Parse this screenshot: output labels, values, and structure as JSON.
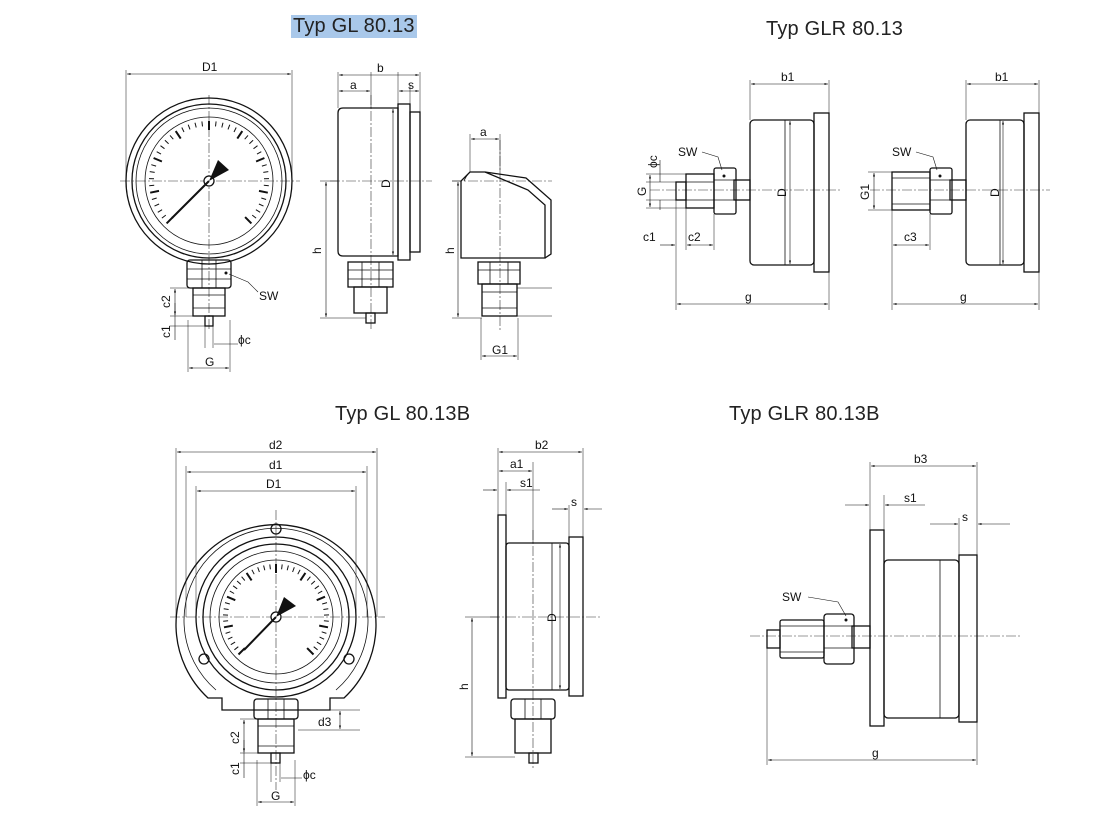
{
  "titles": {
    "gl": "Typ GL 80.13",
    "glr": "Typ GLR 80.13",
    "gl_b": "Typ GL 80.13B",
    "glr_b": "Typ GLR 80.13B"
  },
  "labels": {
    "D1": "D1",
    "D": "D",
    "d1": "d1",
    "d2": "d2",
    "d3": "d3",
    "a": "a",
    "a1": "a1",
    "b": "b",
    "b1": "b1",
    "b2": "b2",
    "b3": "b3",
    "s": "s",
    "s1": "s1",
    "h": "h",
    "g": "g",
    "c1": "c1",
    "c2": "c2",
    "c3": "c3",
    "phic": "ϕc",
    "G": "G",
    "G1": "G1",
    "SW": "SW"
  },
  "colors": {
    "selection": "#a9c8ea",
    "ink": "#111111"
  }
}
